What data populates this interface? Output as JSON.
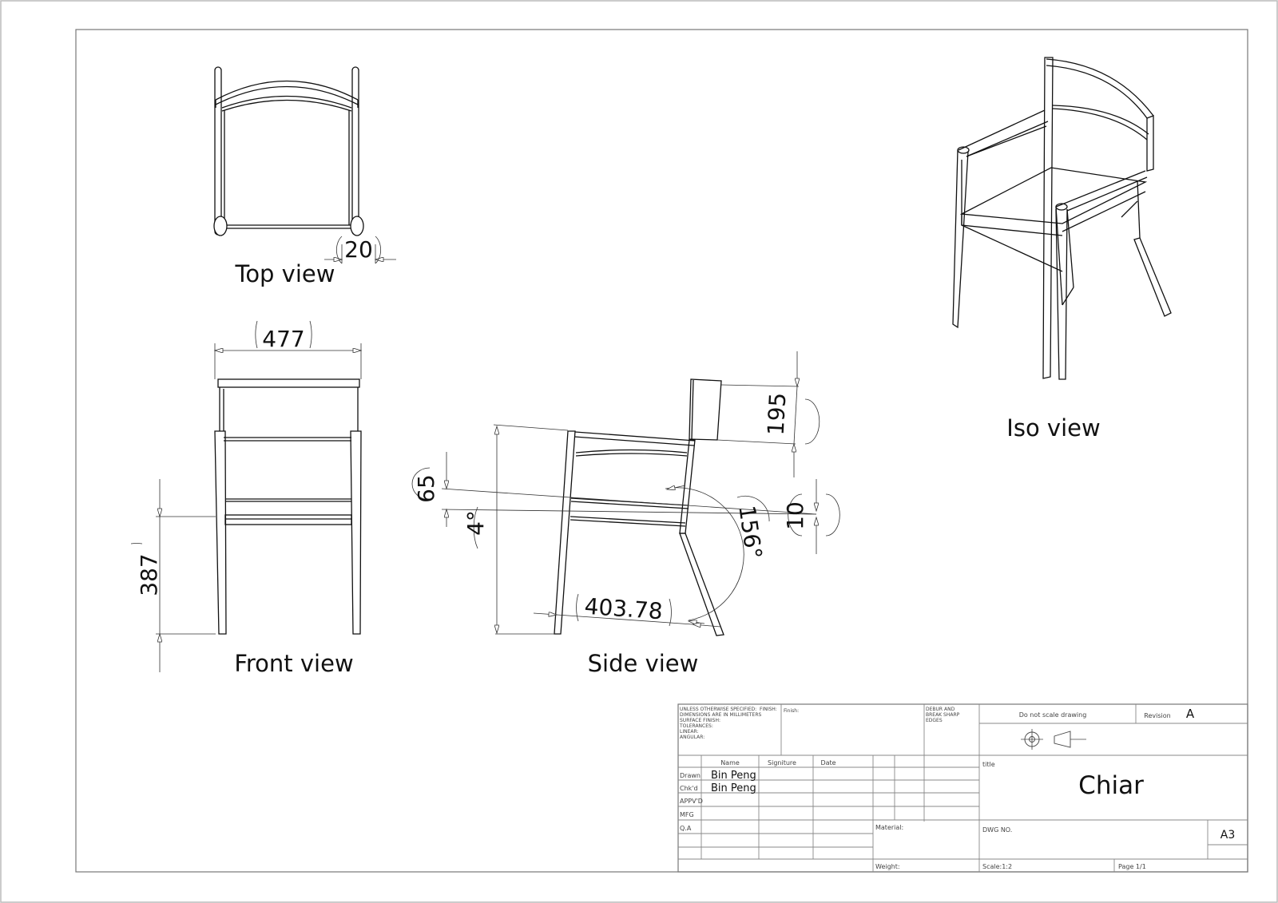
{
  "views": {
    "top": "Top view",
    "front": "Front view",
    "side": "Side view",
    "iso": "Iso view"
  },
  "dimensions": {
    "top_width": "20",
    "overall_width": "477",
    "seat_height": "387",
    "back_height": "195",
    "back_drop": "65",
    "seat_tilt": "4°",
    "rail_offset": "10",
    "leg_angle": "156°",
    "base_depth": "403.78"
  },
  "title_block": {
    "notes": [
      "UNLESS OTHERWISE SPECIFIED:",
      "DIMENSIONS ARE IN MILLIMETERS",
      "SURFACE FINISH:",
      "TOLERANCES:",
      "LINEAR:",
      "ANGULAR:"
    ],
    "finish_label": "FINISH:",
    "finish_field_label": "Finish:",
    "deburr": [
      "DEBUR AND",
      "BREAK SHARP",
      "EDGES"
    ],
    "do_not_scale": "Do not scale drawing",
    "revision_label": "Revision",
    "revision": "A",
    "col_name": "Name",
    "col_signature": "Signiture",
    "col_date": "Date",
    "row_drawn": "Drawn",
    "row_chkd": "Chk'd",
    "row_appvd": "APPV'D",
    "row_mfg": "MFG",
    "row_qa": "Q.A",
    "drawn_by": "Bin Peng",
    "checked_by": "Bin Peng",
    "title_label": "title",
    "title": "Chiar",
    "material_label": "Material:",
    "dwg_label": "DWG NO.",
    "size": "A3",
    "weight_label": "Weight:",
    "scale": "Scale:1:2",
    "page": "Page 1/1"
  }
}
